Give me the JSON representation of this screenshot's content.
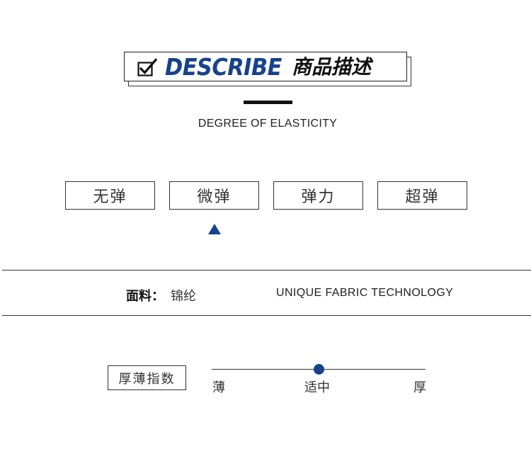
{
  "header": {
    "title_en": "DESCRIBE",
    "title_cn": "商品描述",
    "icon": "checkbox-checked-icon"
  },
  "subtitle": "DEGREE OF ELASTICITY",
  "elasticity": {
    "options": [
      "无弹",
      "微弹",
      "弹力",
      "超弹"
    ],
    "selected_index": 1
  },
  "fabric": {
    "label": "面料：",
    "value": "锦纶",
    "tagline": "UNIQUE FABRIC TECHNOLOGY"
  },
  "thickness": {
    "label": "厚薄指数",
    "scale": [
      "薄",
      "适中",
      "厚"
    ],
    "value": 0.5
  },
  "colors": {
    "accent": "#17428c",
    "text": "#1a1a1a",
    "border": "#333333"
  }
}
